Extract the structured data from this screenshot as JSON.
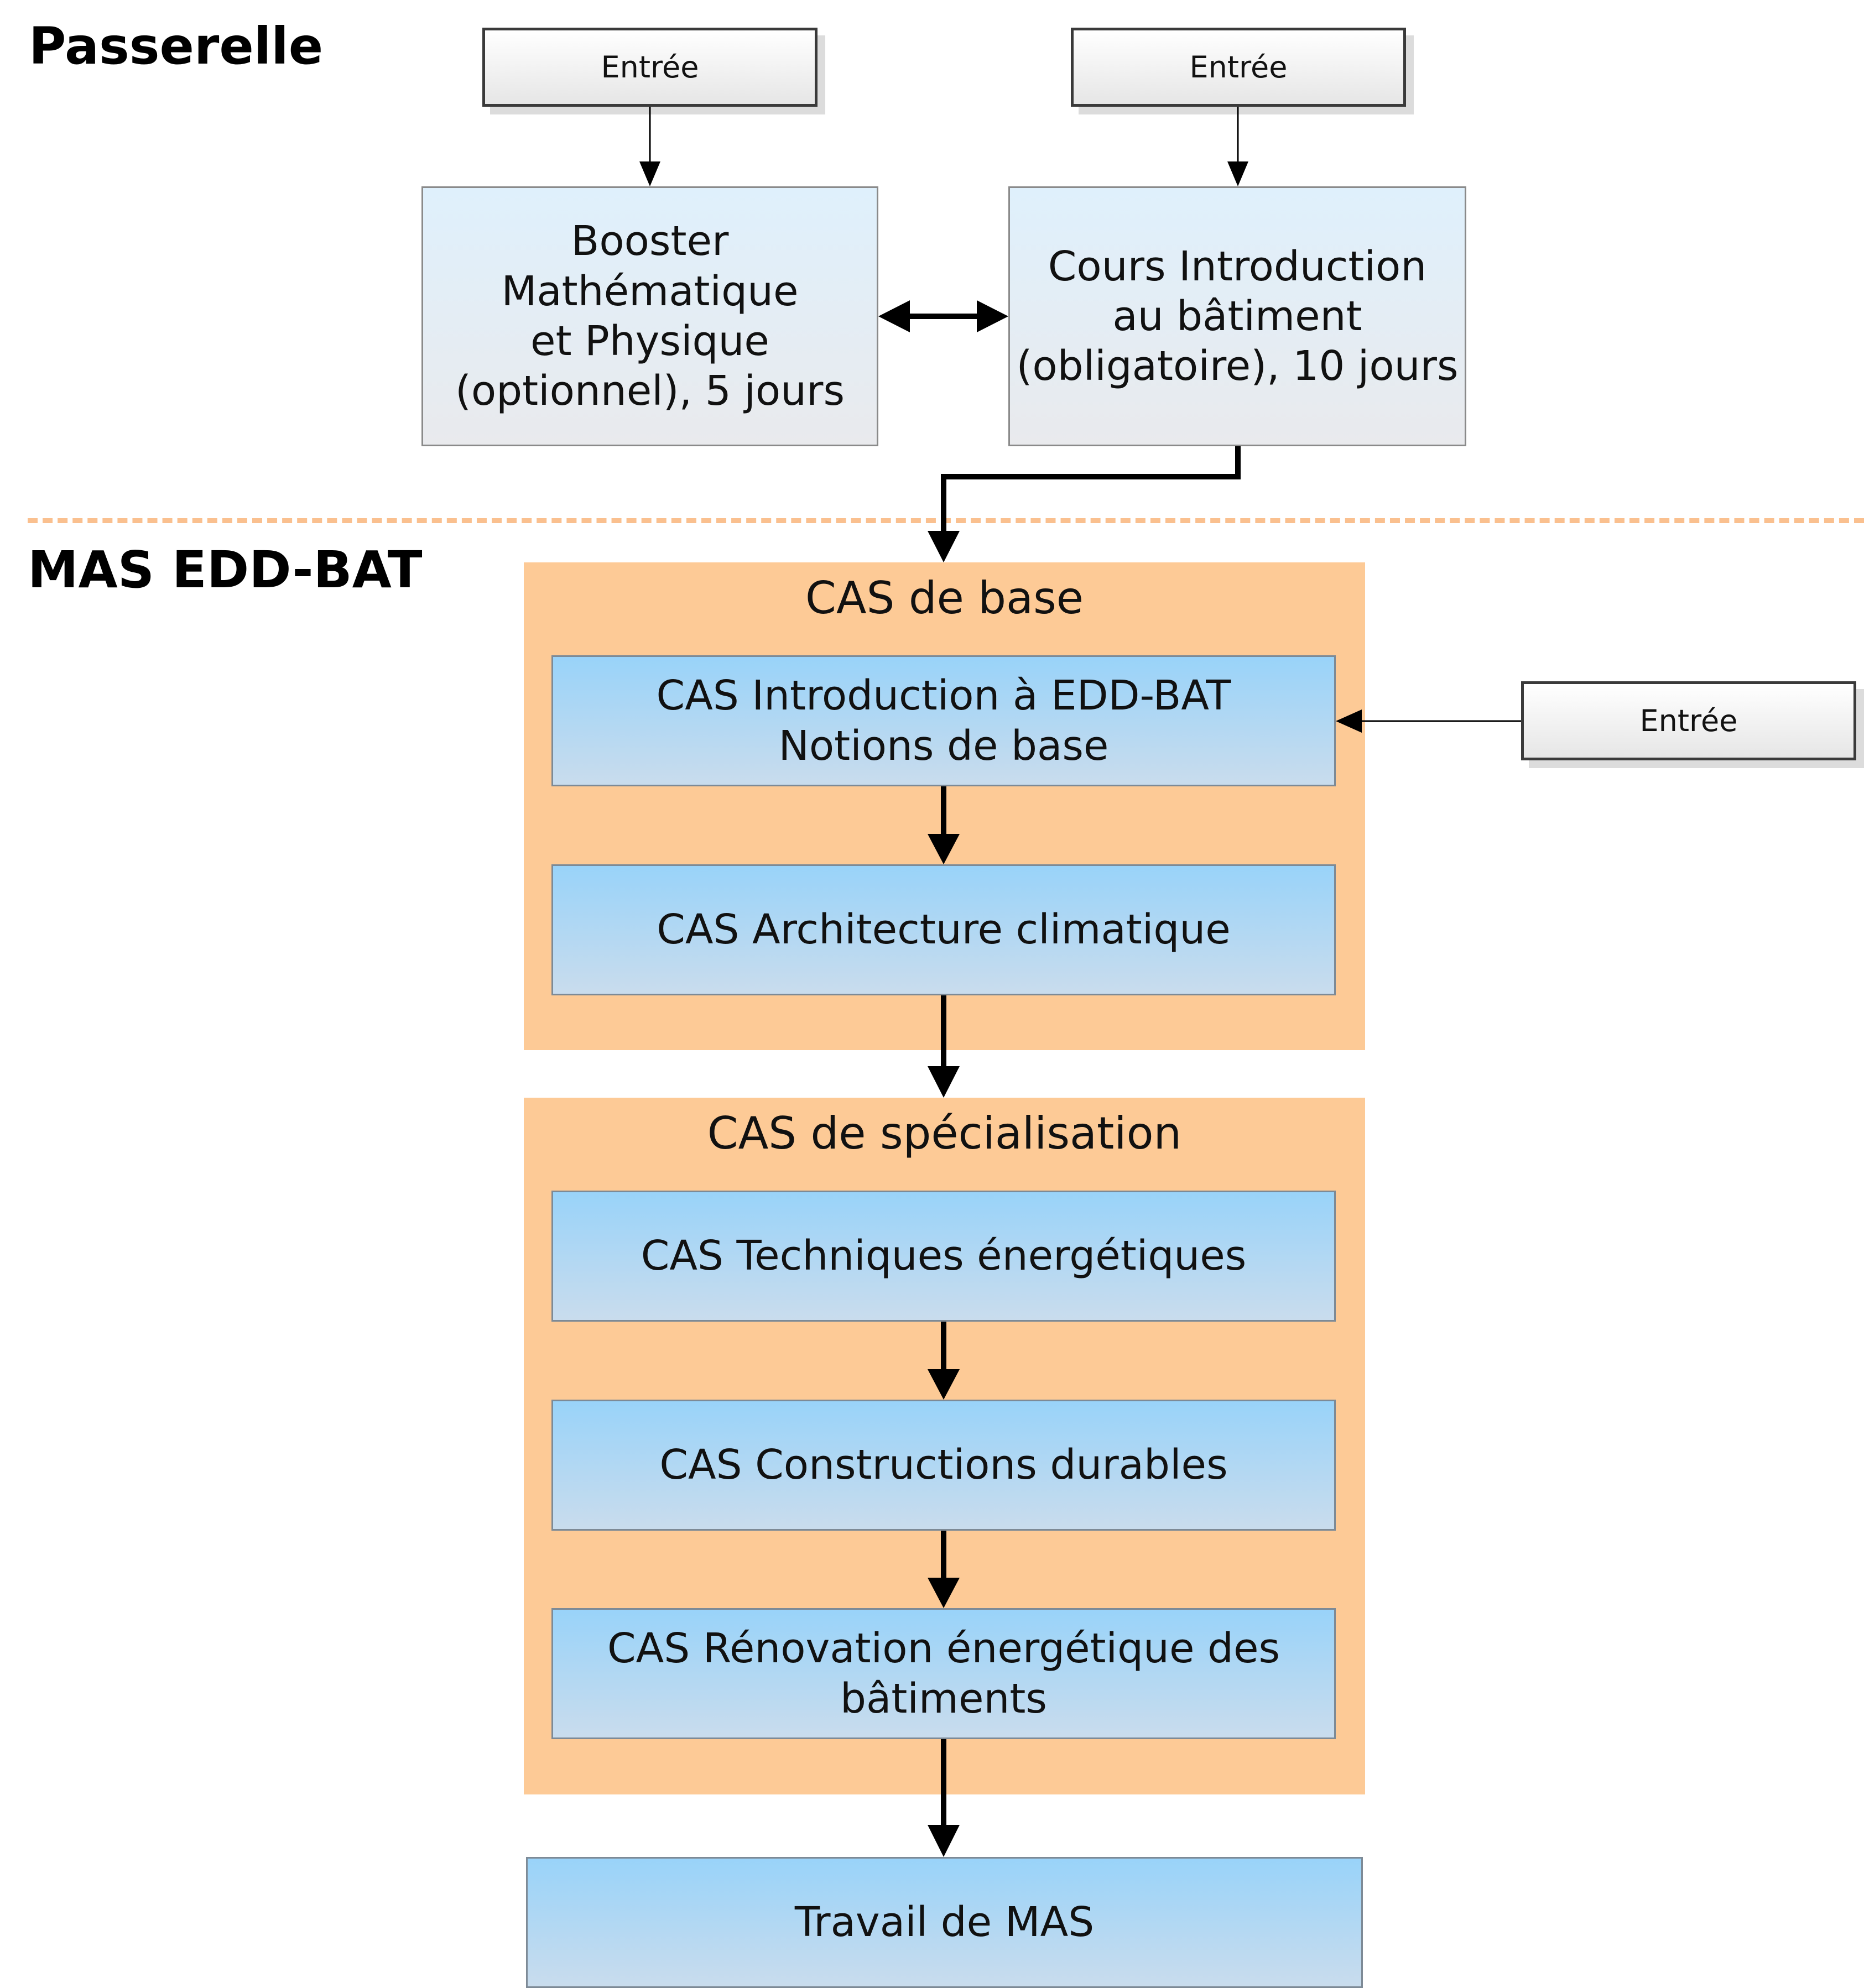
{
  "sections": {
    "passerelle": "Passerelle",
    "mas": "MAS EDD-BAT"
  },
  "entries": {
    "entry_1": "Entrée",
    "entry_2": "Entrée",
    "entry_3": "Entrée"
  },
  "passerelle_boxes": {
    "booster": "Booster Mathématique\net Physique\n(optionnel), 5 jours",
    "cours": "Cours Introduction\nau bâtiment\n(obligatoire), 10 jours"
  },
  "cas_base": {
    "title": "CAS de base",
    "items": [
      "CAS Introduction à EDD-BAT\nNotions de base",
      "CAS Architecture climatique"
    ]
  },
  "cas_specialisation": {
    "title": "CAS de spécialisation",
    "items": [
      "CAS Techniques  énergétiques",
      "CAS Constructions durables",
      "CAS Rénovation énergétique des\nbâtiments"
    ]
  },
  "final": "Travail de MAS",
  "colors": {
    "orange_group": "#fdca96",
    "separator": "#fac08f",
    "blue_box_top": "#99d3f9",
    "blue_box_bottom": "#c9dced",
    "grey_box_top": "#dff0fc"
  }
}
